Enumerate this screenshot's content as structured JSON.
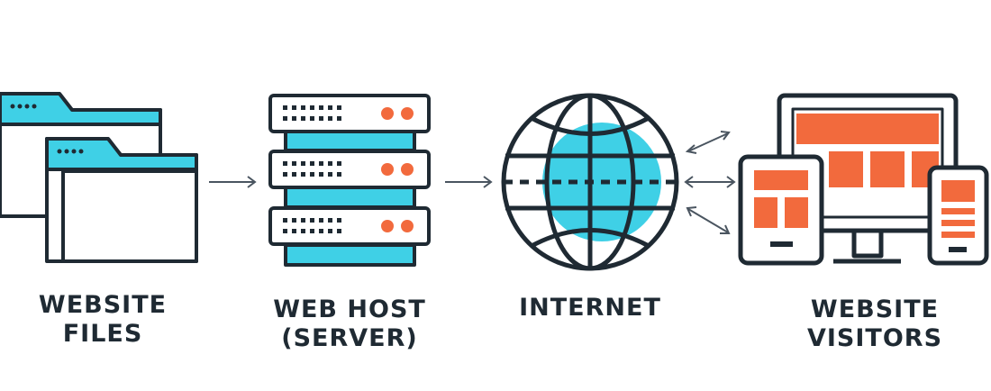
{
  "steps": [
    {
      "id": "website-files",
      "lines": [
        "WEBSITE",
        "FILES"
      ],
      "icon": "folders-icon"
    },
    {
      "id": "web-host",
      "lines": [
        "WEB HOST",
        "(SERVER)"
      ],
      "icon": "server-icon"
    },
    {
      "id": "internet",
      "lines": [
        "INTERNET"
      ],
      "icon": "globe-icon"
    },
    {
      "id": "website-visitors",
      "lines": [
        "WEBSITE",
        "VISITORS"
      ],
      "icon": "devices-icon"
    }
  ],
  "colors": {
    "outline": "#1f2a33",
    "cyan": "#3fd0e6",
    "orange": "#f26a3d",
    "arrow": "#4a5560"
  }
}
